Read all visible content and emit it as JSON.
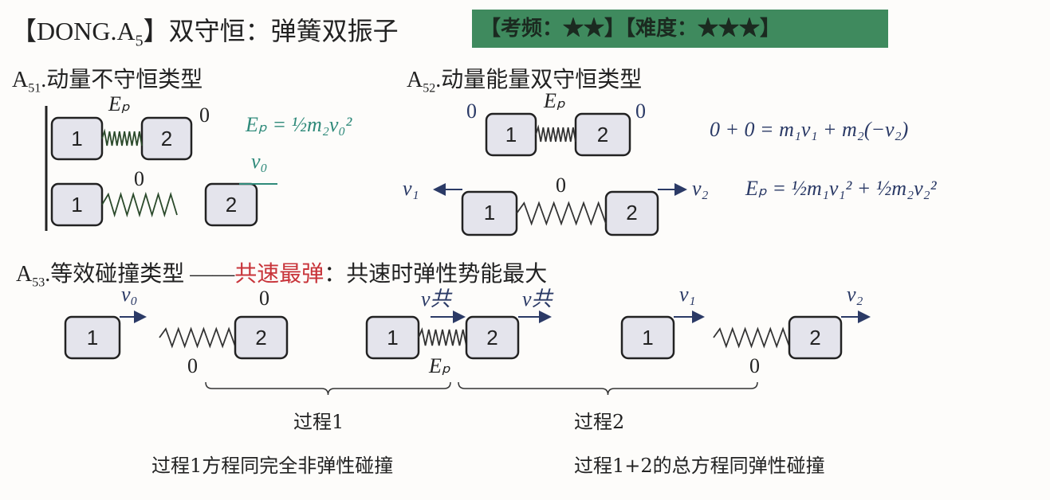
{
  "header": {
    "title_prefix": "【DONG.A",
    "title_sub": "5",
    "title_suffix": "】双守恒：弹簧双振子",
    "badge": "【考频：★★】【难度：★★★】",
    "badge_color": "#3f8a5e"
  },
  "a51": {
    "label_main": "A",
    "label_sub": "51",
    "label_text": ".动量不守恒类型",
    "ep": "Eₚ",
    "zero_top": "0",
    "formula": "Eₚ = ½m₂v₀²",
    "zero_spring": "0",
    "v0": "v₀",
    "block1": "1",
    "block2": "2"
  },
  "a52": {
    "label_main": "A",
    "label_sub": "52",
    "label_text": ".动量能量双守恒类型",
    "ep": "Eₚ",
    "zero_left": "0",
    "zero_right": "0",
    "zero_spring": "0",
    "v1": "v₁",
    "v2": "v₂",
    "eq1": "0 + 0 = m₁v₁ + m₂(−v₂)",
    "eq2": "Eₚ = ½m₁v₁² + ½m₂v₂²",
    "block1": "1",
    "block2": "2"
  },
  "a53": {
    "label_main": "A",
    "label_sub": "53",
    "label_text": ".等效碰撞类型",
    "dash": "——",
    "highlight": "共速最弹",
    "rest": "：共速时弹性势能最大",
    "s1_v0": "v₀",
    "s1_zero_top": "0",
    "s1_zero_spring": "0",
    "s2_vg1": "v共",
    "s2_vg2": "v共",
    "s2_ep": "Eₚ",
    "s3_v1": "v₁",
    "s3_v2": "v₂",
    "s3_zero_spring": "0",
    "process1": "过程1",
    "process2": "过程2",
    "note1": "过程1方程同完全非弹性碰撞",
    "note2": "过程1+2的总方程同弹性碰撞",
    "block1": "1",
    "block2": "2"
  }
}
